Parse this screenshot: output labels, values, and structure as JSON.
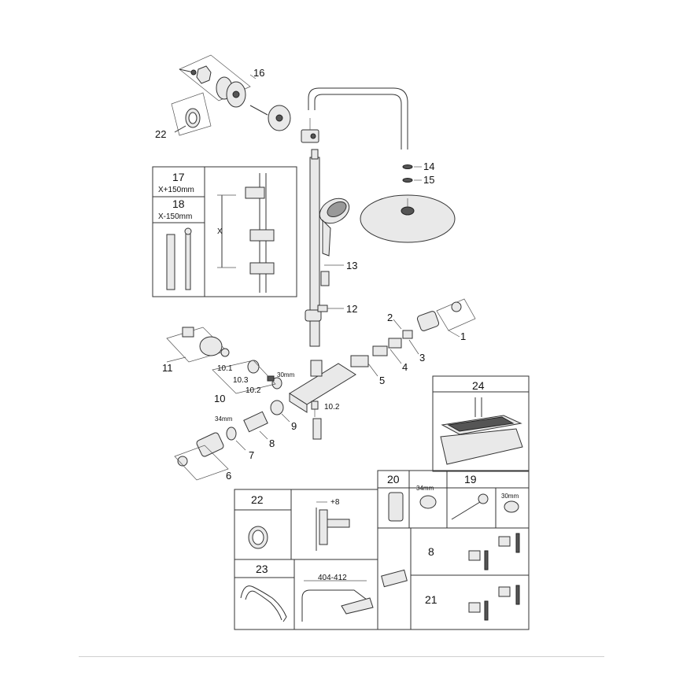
{
  "labels": {
    "n1": "1",
    "n2": "2",
    "n3": "3",
    "n4": "4",
    "n5": "5",
    "n6": "6",
    "n7": "7",
    "n8": "8",
    "n9": "9",
    "n10": "10",
    "n10_1": "10.1",
    "n10_2": "10.2",
    "n10_2b": "10.2",
    "n10_3": "10.3",
    "n11": "11",
    "n12": "12",
    "n13": "13",
    "n14": "14",
    "n15": "15",
    "n16": "16",
    "n22": "22",
    "size_30mm": "30mm",
    "size_34mm": "34mm"
  },
  "inset_1718": {
    "top": "17",
    "top_sub": "X+150mm",
    "bottom": "18",
    "bottom_sub": "X-150mm",
    "dim": "X"
  },
  "box24": {
    "title": "24"
  },
  "box20": {
    "title": "20",
    "note": "34mm"
  },
  "box19": {
    "title": "19",
    "note": "30mm"
  },
  "box22": {
    "title": "22",
    "dim": "+8"
  },
  "box23": {
    "title": "23",
    "dim": "404-412"
  },
  "box821": {
    "a": "8",
    "b": "21"
  }
}
